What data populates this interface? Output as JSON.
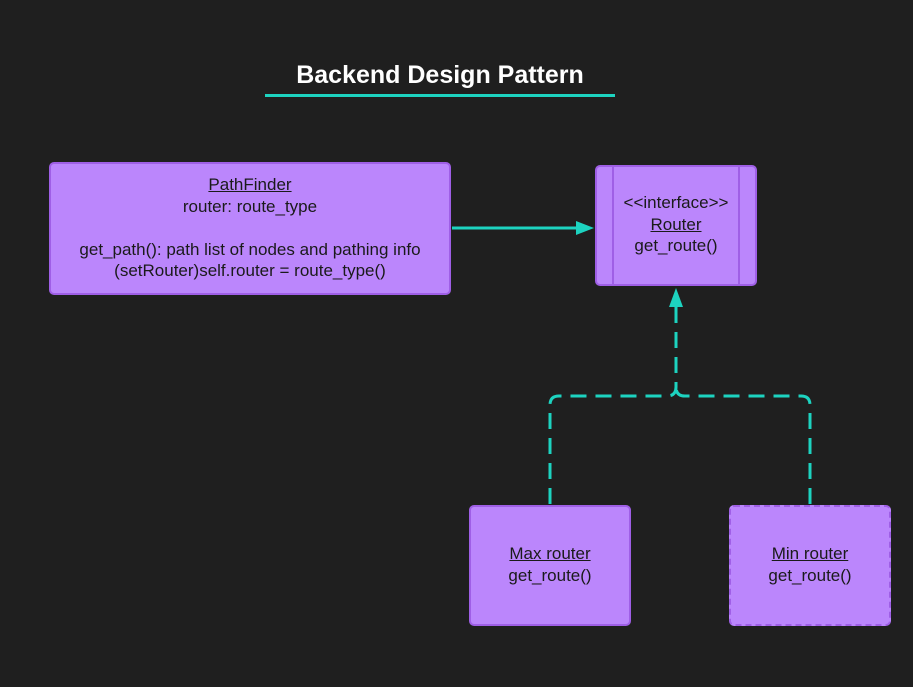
{
  "title": "Backend Design Pattern",
  "colors": {
    "background": "#1f1f1f",
    "box_fill": "#bb86fc",
    "box_border": "#9f5fe6",
    "connector": "#1dd3c0",
    "title_text": "#ffffff"
  },
  "pathfinder": {
    "name": "PathFinder",
    "attribute": "router: route_type",
    "method_1": "get_path(): path list of nodes and pathing info",
    "method_2": "(setRouter)self.router = route_type()"
  },
  "router": {
    "stereotype": "<<interface>>",
    "name": "Router",
    "method": "get_route()"
  },
  "max_router": {
    "name": "Max router",
    "method": "get_route()"
  },
  "min_router": {
    "name": "Min router",
    "method": "get_route()"
  }
}
